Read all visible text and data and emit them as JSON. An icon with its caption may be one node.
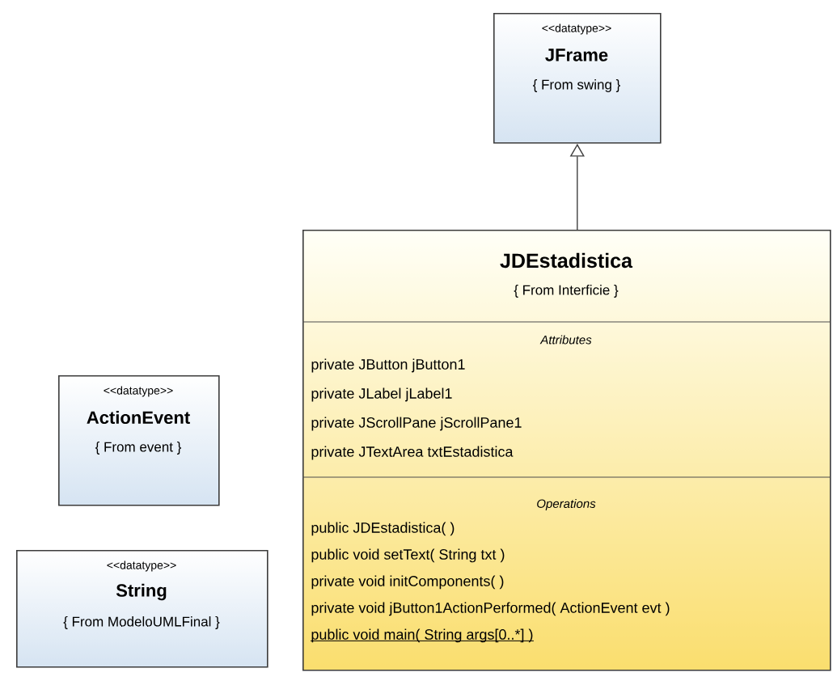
{
  "diagram": {
    "nodes": [
      {
        "text": [
          "<<datatype>>",
          "JFrame",
          "{ From swing }"
        ]
      },
      {
        "text": [
          "JDEstadistica",
          "{ From Interficie }",
          "Attributes",
          "private JButton jButton1",
          "private JLabel jLabel1",
          "private JScrollPane jScrollPane1",
          "private JTextArea txtEstadistica",
          "Operations",
          "public JDEstadistica( )",
          "public void  setText( String txt )",
          "private void  initComponents( )",
          "private void  jButton1ActionPerformed( ActionEvent evt )",
          "public void  main( String args[0..*] )"
        ]
      },
      {
        "text": [
          "<<datatype>>",
          "ActionEvent",
          "{ From event }"
        ]
      },
      {
        "text": [
          "<<datatype>>",
          "String",
          "{ From ModeloUMLFinal }"
        ]
      }
    ],
    "edges": [
      {
        "from": 1,
        "to": 0,
        "arrow": "to"
      }
    ]
  }
}
